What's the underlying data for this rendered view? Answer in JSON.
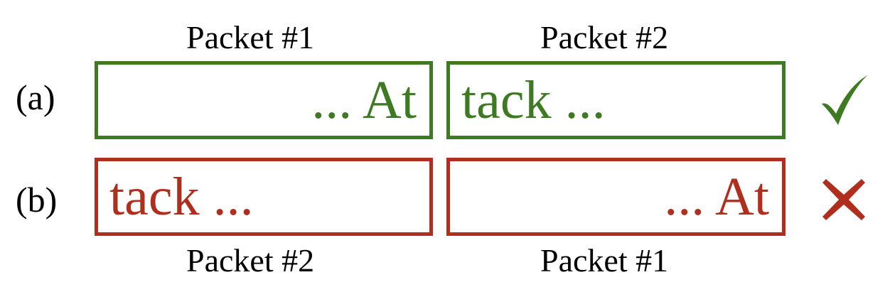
{
  "colors": {
    "ok": "#3e7a22",
    "bad": "#b02e1e",
    "text": "#000000"
  },
  "row_a": {
    "label": "(a)",
    "top_labels": [
      "Packet  #1",
      "Packet  #2"
    ],
    "boxes": [
      "... At",
      "tack ..."
    ],
    "mark": "✓",
    "mark_icon": "checkmark-icon"
  },
  "row_b": {
    "label": "(b)",
    "bottom_labels": [
      "Packet  #2",
      "Packet  #1"
    ],
    "boxes": [
      "tack ...",
      "... At"
    ],
    "mark": "✕",
    "mark_icon": "cross-icon"
  }
}
